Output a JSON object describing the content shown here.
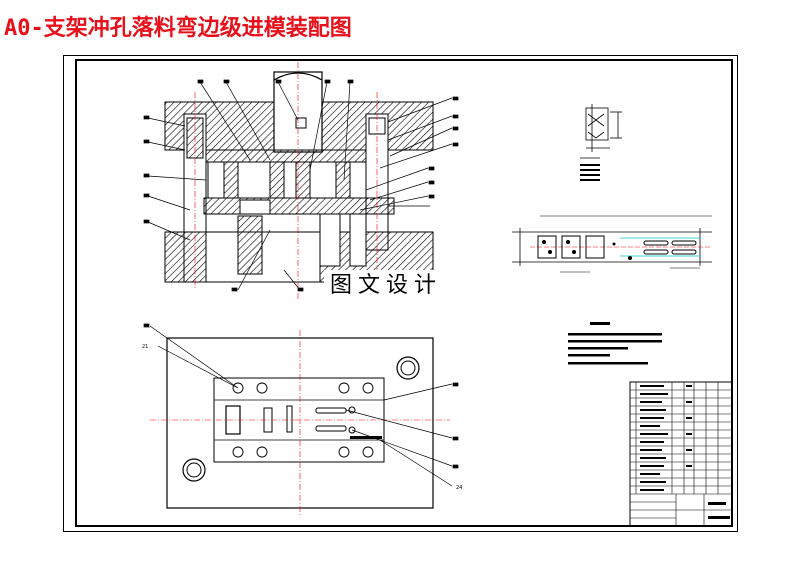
{
  "page_title": "A0-支架冲孔落料弯边级进模装配图",
  "watermark": "图文设计",
  "colors": {
    "title": "#e8101a",
    "line": "#000000",
    "centerline": "#ff0000",
    "strip_accent": "#00c8c8",
    "hatch": "#000000"
  },
  "views": {
    "front_section": "assembly-front-section-view",
    "plan": "lower-die-plan-view",
    "part": "part-drawing",
    "strip": "strip-layout",
    "notes": "technical-requirements",
    "title_block": "title-block"
  },
  "plan_view": {
    "label_left": "21",
    "label_bottom_right": "24"
  }
}
